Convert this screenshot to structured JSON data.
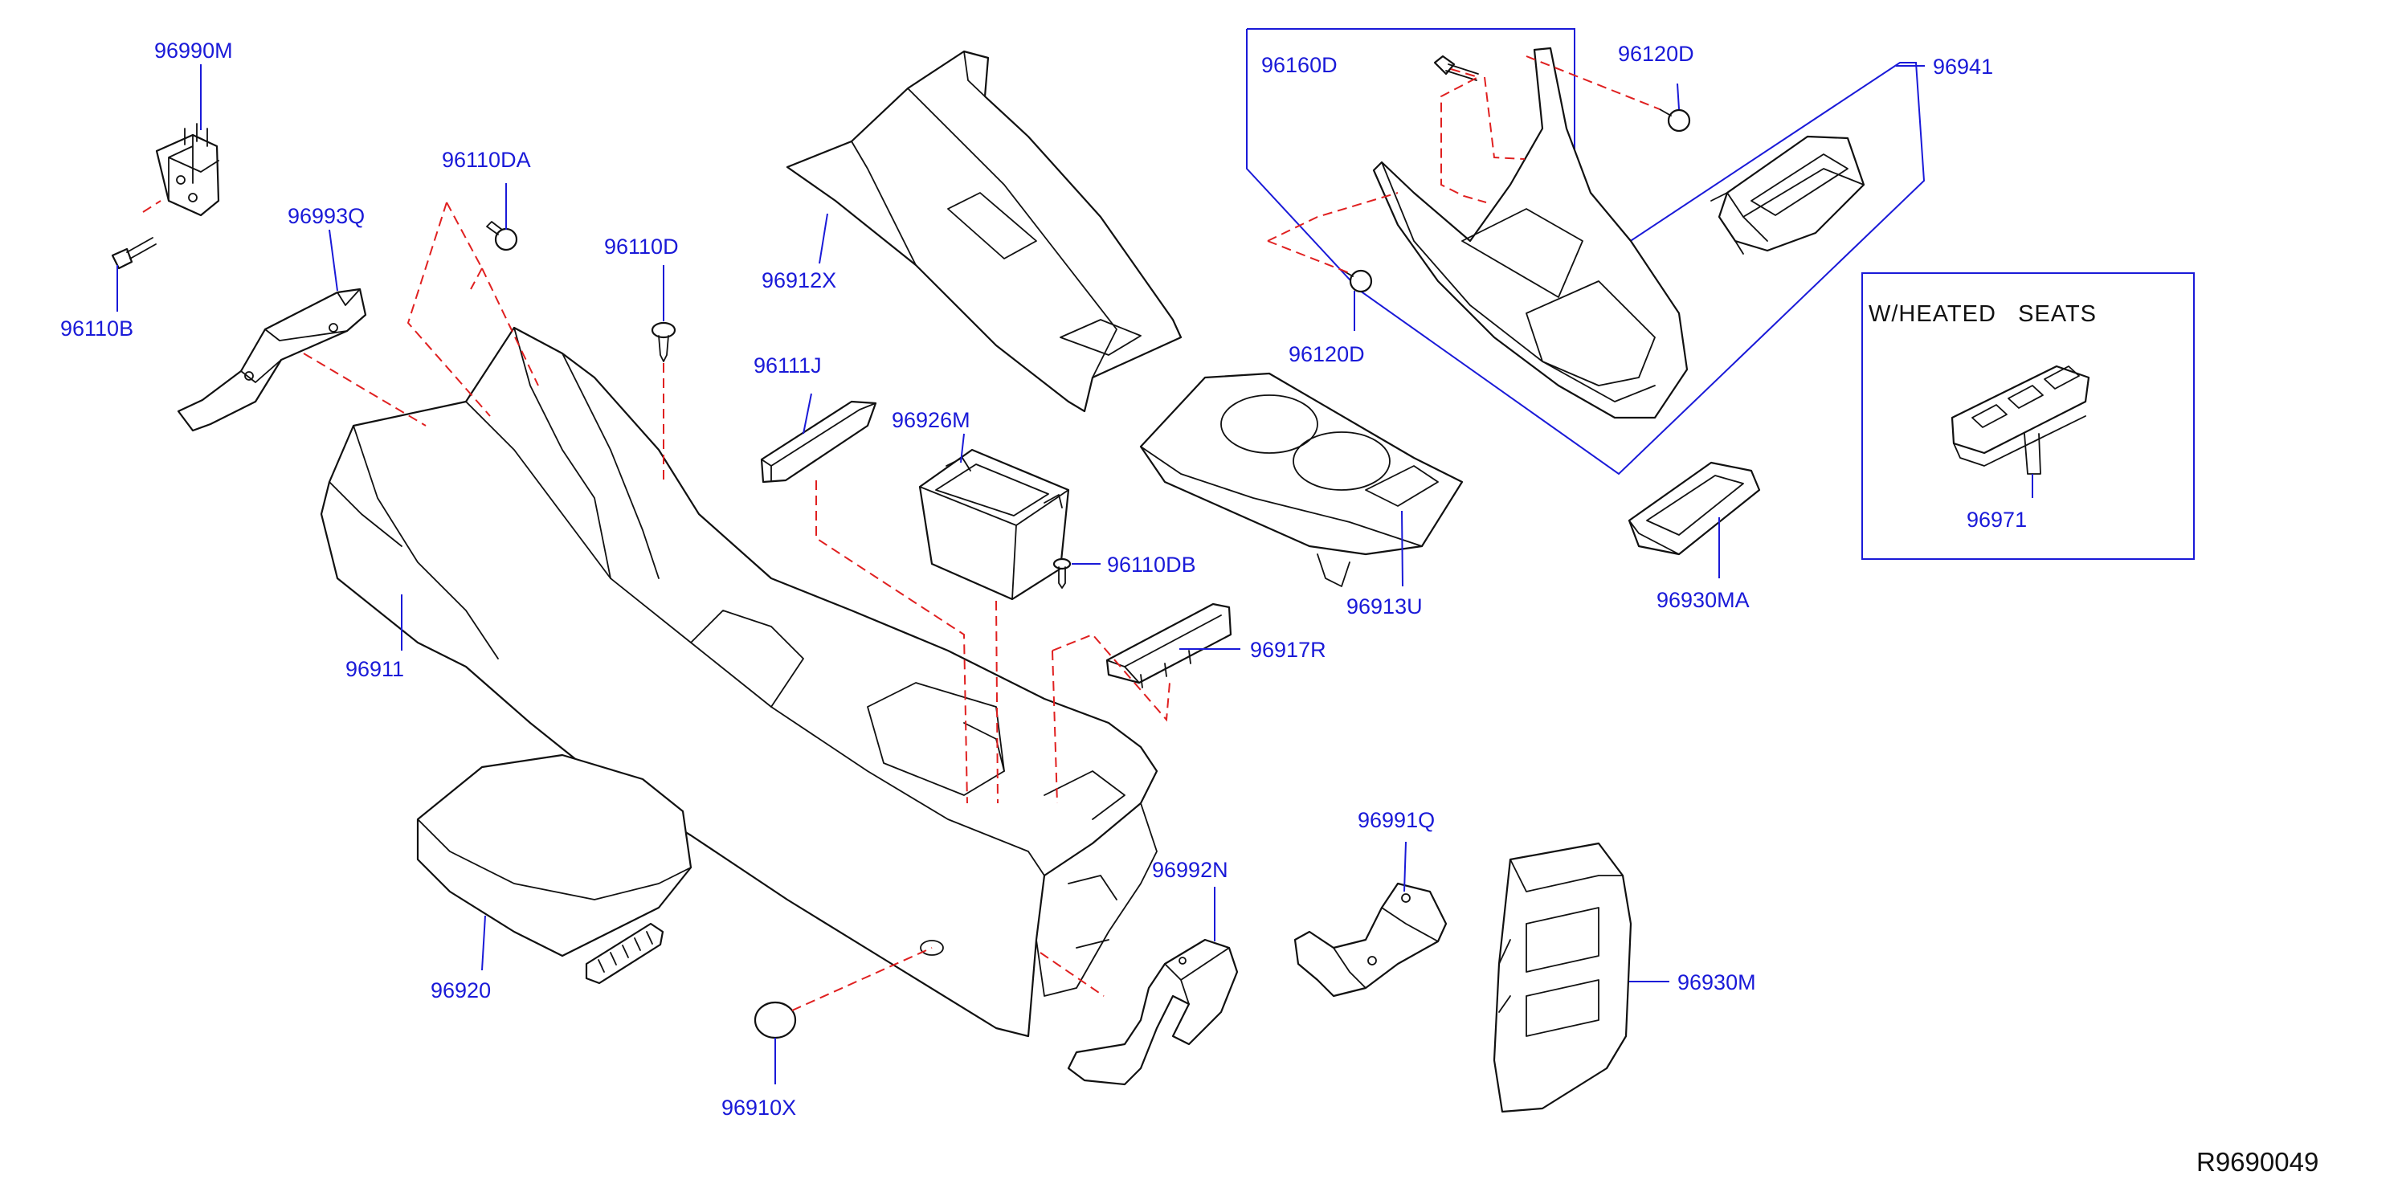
{
  "diagram": {
    "parts": [
      {
        "id": "96990M",
        "label": "96990M"
      },
      {
        "id": "96110B",
        "label": "96110B"
      },
      {
        "id": "96110DA",
        "label": "96110DA"
      },
      {
        "id": "96993Q",
        "label": "96993Q"
      },
      {
        "id": "96110D",
        "label": "96110D"
      },
      {
        "id": "96912X",
        "label": "96912X"
      },
      {
        "id": "96111J",
        "label": "96111J"
      },
      {
        "id": "96926M",
        "label": "96926M"
      },
      {
        "id": "96110DB",
        "label": "96110DB"
      },
      {
        "id": "96911",
        "label": "96911"
      },
      {
        "id": "96917R",
        "label": "96917R"
      },
      {
        "id": "96920",
        "label": "96920"
      },
      {
        "id": "96910X",
        "label": "96910X"
      },
      {
        "id": "96992N",
        "label": "96992N"
      },
      {
        "id": "96991Q",
        "label": "96991Q"
      },
      {
        "id": "96930M",
        "label": "96930M"
      },
      {
        "id": "96160D",
        "label": "96160D"
      },
      {
        "id": "96120D_top",
        "label": "96120D"
      },
      {
        "id": "96941",
        "label": "96941"
      },
      {
        "id": "96120D_left",
        "label": "96120D"
      },
      {
        "id": "96913U",
        "label": "96913U"
      },
      {
        "id": "96930MA",
        "label": "96930MA"
      },
      {
        "id": "96971",
        "label": "96971"
      }
    ],
    "note": "W/HEATED   SEATS",
    "reference": "R9690049"
  }
}
